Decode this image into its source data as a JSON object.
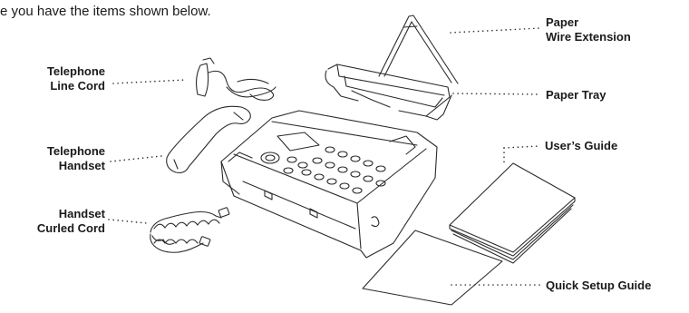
{
  "intro_text": "e you have the items shown below.",
  "labels": {
    "telephone_line_cord": [
      "Telephone",
      "Line Cord"
    ],
    "telephone_handset": [
      "Telephone",
      "Handset"
    ],
    "handset_curled_cord": [
      "Handset",
      "Curled Cord"
    ],
    "paper_wire_extension": [
      "Paper",
      "Wire Extension"
    ],
    "paper_tray": "Paper Tray",
    "users_guide": "User’s Guide",
    "quick_setup_guide": "Quick Setup Guide"
  }
}
